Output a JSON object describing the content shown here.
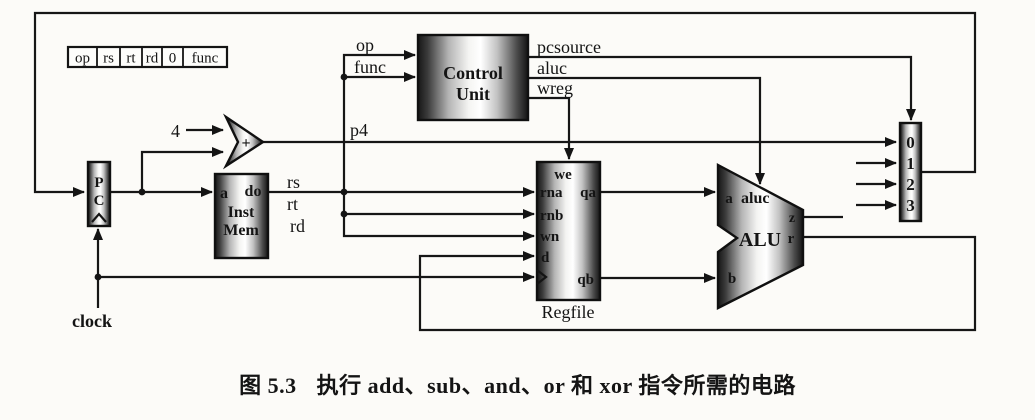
{
  "figure_caption": {
    "prefix": "图 5.3",
    "text": "执行 add、sub、and、or 和 xor 指令所需的电路"
  },
  "instruction_format": {
    "fields": [
      "op",
      "rs",
      "rt",
      "rd",
      "0",
      "func"
    ]
  },
  "signals": {
    "const4": "4",
    "p4": "p4",
    "op": "op",
    "func": "func",
    "pcsource": "pcsource",
    "aluc": "aluc",
    "wreg": "wreg",
    "rs": "rs",
    "rt": "rt",
    "rd": "rd",
    "clock": "clock"
  },
  "blocks": {
    "pc": {
      "letters": [
        "P",
        "C"
      ]
    },
    "adder": {
      "symbol": "+"
    },
    "inst_mem": {
      "port_a": "a",
      "port_do": "do",
      "name_lines": [
        "Inst",
        "Mem"
      ]
    },
    "control_unit": {
      "name_lines": [
        "Control",
        "Unit"
      ]
    },
    "regfile": {
      "label": "Regfile",
      "port_we": "we",
      "port_rna": "rna",
      "port_qa": "qa",
      "port_rnb": "rnb",
      "port_wn": "wn",
      "port_d": "d",
      "port_qb": "qb"
    },
    "alu": {
      "label": "ALU",
      "port_a": "a",
      "port_aluc": "aluc",
      "port_z": "z",
      "port_r": "r",
      "port_b": "b"
    },
    "mux": {
      "labels": [
        "0",
        "1",
        "2",
        "3"
      ]
    }
  },
  "colors": {
    "paper": "#fcfbf8",
    "ink": "#161616"
  }
}
